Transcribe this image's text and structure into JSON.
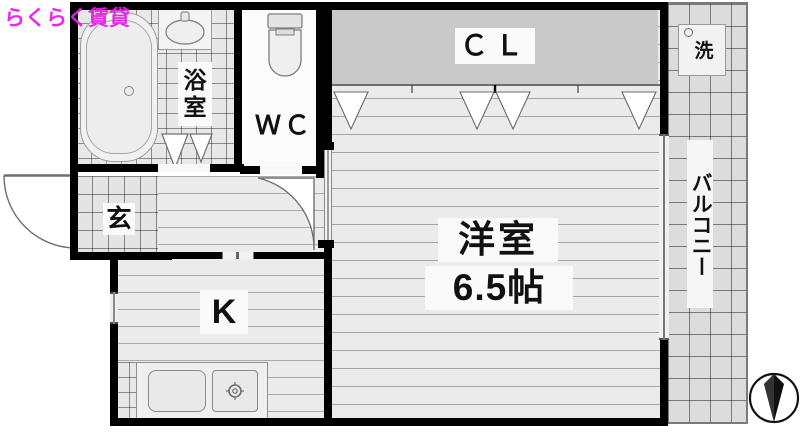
{
  "plan": {
    "watermark": "らくらく賃貸",
    "layout_type": "1K apartment floor plan",
    "rooms": [
      {
        "key": "yoshitsu",
        "label": "洋室",
        "size_label": "6.5帖",
        "romaji": "western-room"
      },
      {
        "key": "closet",
        "label": "ＣＬ",
        "romaji": "closet"
      },
      {
        "key": "kitchen",
        "label": "K",
        "romaji": "kitchen"
      },
      {
        "key": "wc",
        "label": "ＷＣ",
        "romaji": "toilet"
      },
      {
        "key": "bath",
        "label": "浴室",
        "romaji": "bathroom"
      },
      {
        "key": "entrance",
        "label": "玄",
        "romaji": "genkan-entrance"
      },
      {
        "key": "washer",
        "label": "洗",
        "romaji": "washing-machine-space"
      },
      {
        "key": "balcony",
        "label": "バルコニー",
        "romaji": "balcony"
      }
    ],
    "labels": {
      "yoshitsu_name": "洋室",
      "yoshitsu_size": "6.5帖",
      "closet": "ＣＬ",
      "kitchen": "K",
      "wc": "ＷＣ",
      "bath_line1": "浴",
      "bath_line2": "室",
      "entrance": "玄",
      "washer": "洗",
      "balcony": "バルコニー"
    },
    "compass": {
      "name": "north-arrow",
      "direction": "north-down"
    },
    "colors": {
      "wall": "#000000",
      "floor": "#ebebeb",
      "closet_fill": "#c9c9c9",
      "tile": "#e6e6e6",
      "balcony_tile": "#dcdcdc",
      "watermark": "#e81ee8",
      "fixture_outline": "#8a8a8a"
    }
  }
}
